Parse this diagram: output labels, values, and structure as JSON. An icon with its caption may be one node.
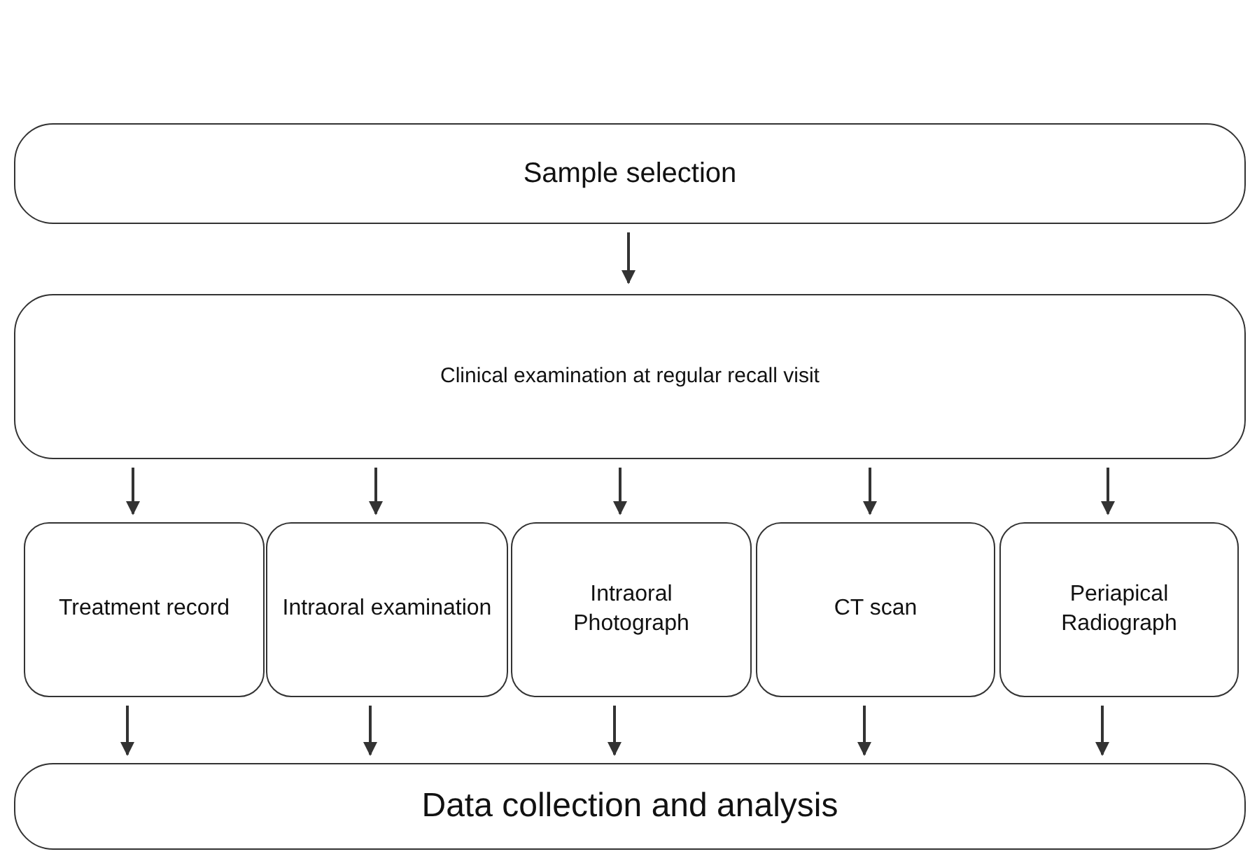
{
  "diagram": {
    "nodes": [
      {
        "text": [
          "Sample selection"
        ]
      },
      {
        "text": [
          "Clinical examination at regular recall visit"
        ]
      },
      {
        "text": [
          "Treatment record"
        ]
      },
      {
        "text": [
          "Intraoral examination"
        ]
      },
      {
        "text": [
          "Intraoral Photograph"
        ]
      },
      {
        "text": [
          "CT scan"
        ]
      },
      {
        "text": [
          "Periapical Radiograph"
        ]
      },
      {
        "text": [
          "Data collection and analysis"
        ]
      }
    ],
    "edges": [
      {
        "from": 0,
        "to": 1,
        "arrow": "to"
      },
      {
        "from": 1,
        "to": 2,
        "arrow": "to"
      },
      {
        "from": 1,
        "to": 3,
        "arrow": "to"
      },
      {
        "from": 1,
        "to": 4,
        "arrow": "to"
      },
      {
        "from": 1,
        "to": 5,
        "arrow": "to"
      },
      {
        "from": 1,
        "to": 6,
        "arrow": "to"
      },
      {
        "from": 2,
        "to": 7,
        "arrow": "to"
      },
      {
        "from": 3,
        "to": 7,
        "arrow": "to"
      },
      {
        "from": 4,
        "to": 7,
        "arrow": "to"
      },
      {
        "from": 5,
        "to": 7,
        "arrow": "to"
      },
      {
        "from": 6,
        "to": 7,
        "arrow": "to"
      }
    ]
  }
}
